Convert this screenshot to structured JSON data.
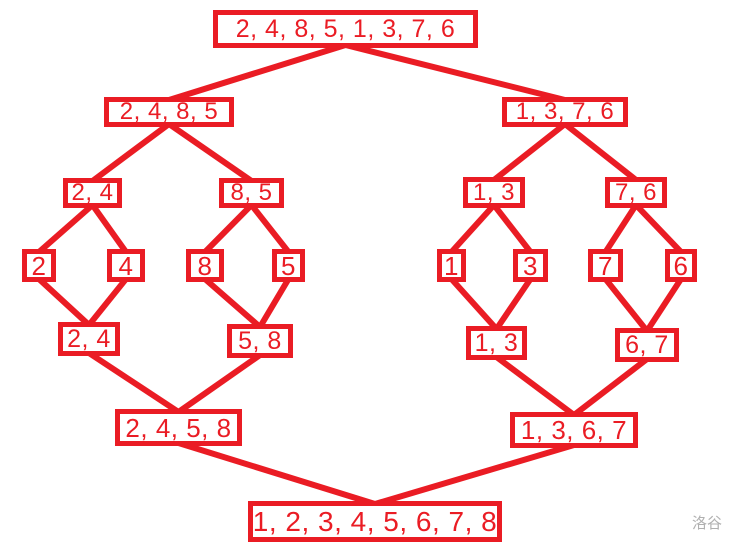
{
  "colors": {
    "accent_red": "#ea1c24",
    "watermark_gray": "#b0b0b0",
    "background": "#ffffff"
  },
  "watermark": {
    "text": "洛谷"
  },
  "diagram": {
    "type": "merge-sort-tree",
    "nodes": [
      {
        "id": "root",
        "label": "2, 4, 8, 5, 1, 3, 7, 6",
        "phase": "split"
      },
      {
        "id": "split-2485",
        "label": "2, 4, 8, 5",
        "phase": "split"
      },
      {
        "id": "split-1376",
        "label": "1, 3, 7, 6",
        "phase": "split"
      },
      {
        "id": "split-24",
        "label": "2, 4",
        "phase": "split"
      },
      {
        "id": "split-85",
        "label": "8, 5",
        "phase": "split"
      },
      {
        "id": "split-13",
        "label": "1, 3",
        "phase": "split"
      },
      {
        "id": "split-76",
        "label": "7, 6",
        "phase": "split"
      },
      {
        "id": "leaf-2",
        "label": "2",
        "phase": "leaf"
      },
      {
        "id": "leaf-4",
        "label": "4",
        "phase": "leaf"
      },
      {
        "id": "leaf-8",
        "label": "8",
        "phase": "leaf"
      },
      {
        "id": "leaf-5",
        "label": "5",
        "phase": "leaf"
      },
      {
        "id": "leaf-1",
        "label": "1",
        "phase": "leaf"
      },
      {
        "id": "leaf-3",
        "label": "3",
        "phase": "leaf"
      },
      {
        "id": "leaf-7",
        "label": "7",
        "phase": "leaf"
      },
      {
        "id": "leaf-6",
        "label": "6",
        "phase": "leaf"
      },
      {
        "id": "merge-24",
        "label": "2, 4",
        "phase": "merge"
      },
      {
        "id": "merge-58",
        "label": "5, 8",
        "phase": "merge"
      },
      {
        "id": "merge-13",
        "label": "1, 3",
        "phase": "merge"
      },
      {
        "id": "merge-67",
        "label": "6, 7",
        "phase": "merge"
      },
      {
        "id": "merge-2458",
        "label": "2, 4, 5, 8",
        "phase": "merge"
      },
      {
        "id": "merge-1367",
        "label": "1, 3, 6, 7",
        "phase": "merge"
      },
      {
        "id": "final",
        "label": "1, 2, 3, 4, 5, 6, 7, 8",
        "phase": "merge"
      }
    ],
    "edges": [
      {
        "from": "root",
        "to": "split-2485"
      },
      {
        "from": "root",
        "to": "split-1376"
      },
      {
        "from": "split-2485",
        "to": "split-24"
      },
      {
        "from": "split-2485",
        "to": "split-85"
      },
      {
        "from": "split-1376",
        "to": "split-13"
      },
      {
        "from": "split-1376",
        "to": "split-76"
      },
      {
        "from": "split-24",
        "to": "leaf-2"
      },
      {
        "from": "split-24",
        "to": "leaf-4"
      },
      {
        "from": "split-85",
        "to": "leaf-8"
      },
      {
        "from": "split-85",
        "to": "leaf-5"
      },
      {
        "from": "split-13",
        "to": "leaf-1"
      },
      {
        "from": "split-13",
        "to": "leaf-3"
      },
      {
        "from": "split-76",
        "to": "leaf-7"
      },
      {
        "from": "split-76",
        "to": "leaf-6"
      },
      {
        "from": "leaf-2",
        "to": "merge-24"
      },
      {
        "from": "leaf-4",
        "to": "merge-24"
      },
      {
        "from": "leaf-8",
        "to": "merge-58"
      },
      {
        "from": "leaf-5",
        "to": "merge-58"
      },
      {
        "from": "leaf-1",
        "to": "merge-13"
      },
      {
        "from": "leaf-3",
        "to": "merge-13"
      },
      {
        "from": "leaf-7",
        "to": "merge-67"
      },
      {
        "from": "leaf-6",
        "to": "merge-67"
      },
      {
        "from": "merge-24",
        "to": "merge-2458"
      },
      {
        "from": "merge-58",
        "to": "merge-2458"
      },
      {
        "from": "merge-13",
        "to": "merge-1367"
      },
      {
        "from": "merge-67",
        "to": "merge-1367"
      },
      {
        "from": "merge-2458",
        "to": "final"
      },
      {
        "from": "merge-1367",
        "to": "final"
      }
    ]
  }
}
